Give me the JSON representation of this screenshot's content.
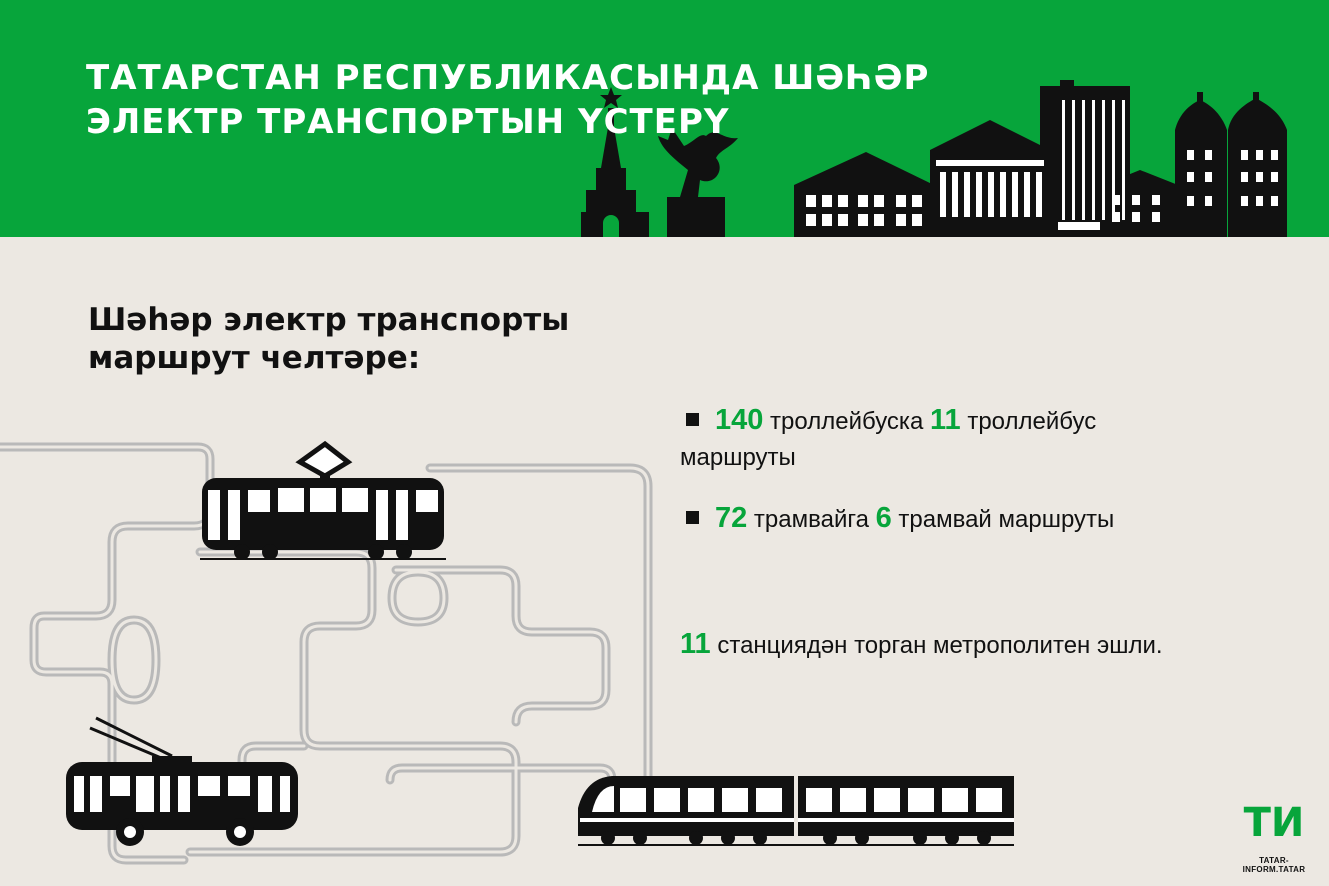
{
  "header": {
    "title_line1": "ТАТАРСТАН РЕСПУБЛИКАСЫНДА ШӘҺӘР",
    "title_line2": "ЭЛЕКТР ТРАНСПОРТЫН ҮСТЕРҮ",
    "background_color": "#07a53b"
  },
  "subtitle": {
    "line1": "Шәһәр электр транспорты",
    "line2": "маршрут челтәре:"
  },
  "facts": [
    {
      "num1": "140",
      "text1": " троллейбуска ",
      "num2": "11",
      "text2": " троллейбус маршруты"
    },
    {
      "num1": "72",
      "text1": " трамвайга ",
      "num2": "6",
      "text2": " трамвай маршруты"
    },
    {
      "num1": "11",
      "text1": " станциядән торган метрополитен эшли."
    }
  ],
  "logo": {
    "mark": "ТИ",
    "site": "TATAR-INFORM.TATAR",
    "color": "#07a53b"
  },
  "icons": [
    "kremlin-tower-icon",
    "zilant-dragon-icon",
    "city-buildings-icon",
    "tram-icon",
    "trolleybus-icon",
    "metro-train-icon"
  ],
  "colors": {
    "accent": "#07a53b",
    "page_background": "#ece8e2",
    "text": "#111111",
    "track": "#b9b9b9"
  }
}
